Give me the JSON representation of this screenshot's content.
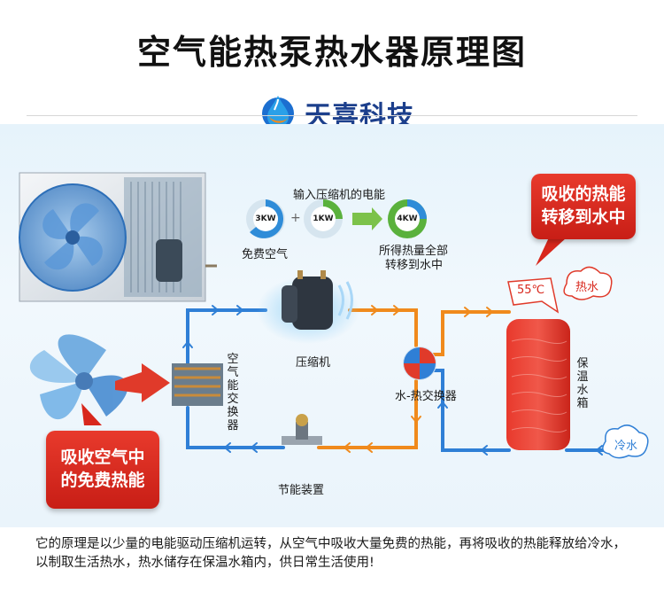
{
  "title": "空气能热泵热水器原理图",
  "brand": {
    "name": "天喜科技"
  },
  "energy": {
    "heading": "输入压缩机的电能",
    "free_air": {
      "value": "3KW",
      "label": "免费空气"
    },
    "input": {
      "value": "1KW"
    },
    "output": {
      "value": "4KW",
      "label_line1": "所得热量全部",
      "label_line2": "转移到水中"
    },
    "plus": "+"
  },
  "bubbles": {
    "top_right": {
      "line1": "吸收的热能",
      "line2": "转移到水中"
    },
    "bottom_left": {
      "line1": "吸收空气中",
      "line2": "的免费热能"
    }
  },
  "components": {
    "compressor": "压缩机",
    "air_exchanger": "空气能交换器",
    "water_exchanger": "水-热交换器",
    "throttle": "节能装置",
    "tank": "保温水箱"
  },
  "tags": {
    "temp": "55℃",
    "hot_water": "热水",
    "cold_water": "冷水"
  },
  "caption": "它的原理是以少量的电能驱动压缩机运转，从空气中吸收大量免费的热能，再将吸收的热能释放给冷水，以制取生活热水，热水储存在保温水箱内，供日常生活使用!",
  "colors": {
    "hot_pipe": "#f08a1c",
    "cold_pipe": "#2f7fd6",
    "red": "#d8271c",
    "brand_blue": "#1c3f8c"
  }
}
